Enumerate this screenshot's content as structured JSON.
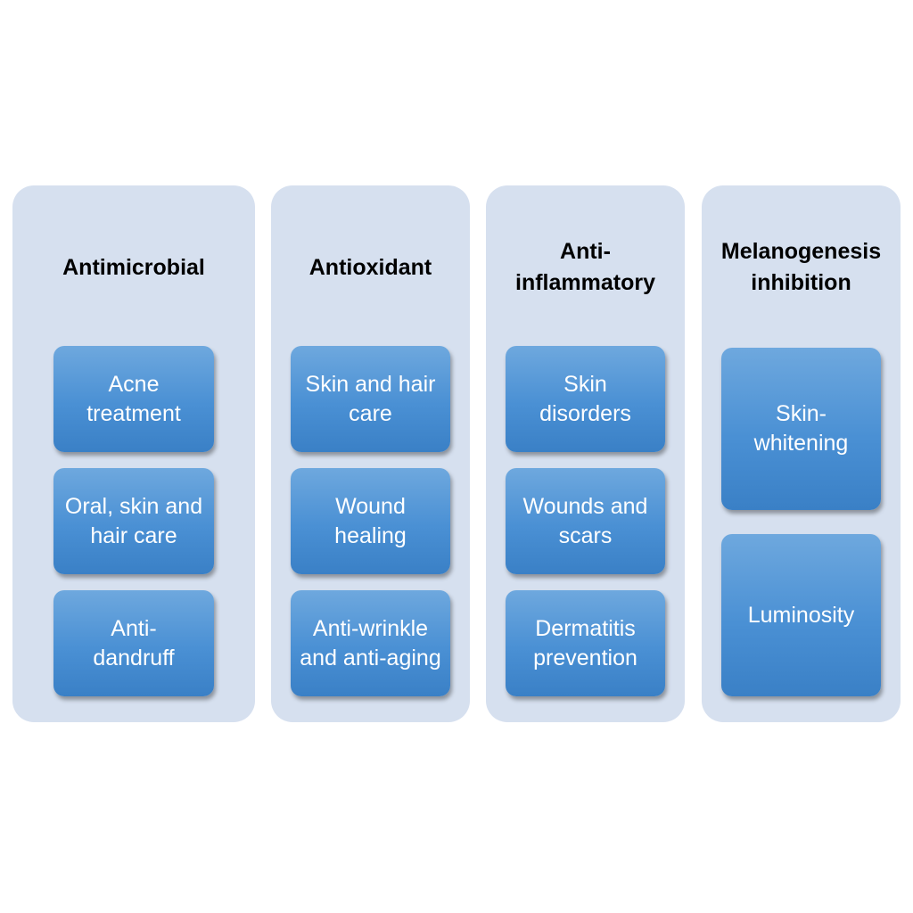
{
  "columns": [
    {
      "title": "Antimicrobial",
      "items": [
        "Acne treatment",
        "Oral, skin and hair care",
        "Anti-dandruff"
      ]
    },
    {
      "title": "Antioxidant",
      "items": [
        "Skin and hair care",
        "Wound healing",
        "Anti-wrinkle and anti-aging"
      ]
    },
    {
      "title": "Anti-inflammatory",
      "items": [
        "Skin disorders",
        "Wounds and scars",
        "Dermatitis prevention"
      ]
    },
    {
      "title": "Melanogenesis inhibition",
      "items": [
        "Skin-whitening",
        "Luminosity"
      ]
    }
  ]
}
